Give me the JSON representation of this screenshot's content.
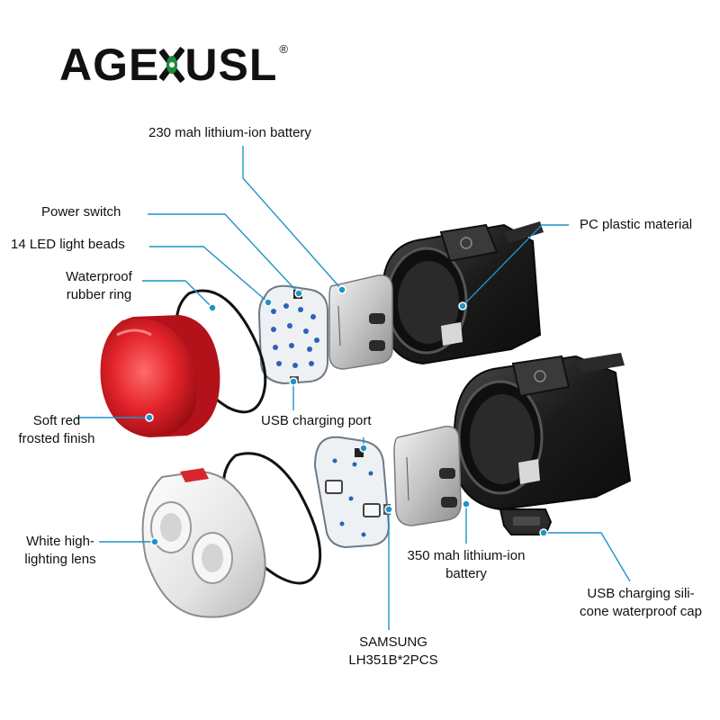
{
  "brand": {
    "text_left": "AGE",
    "text_right": "USL",
    "registered": "®",
    "accent": "#1e8a3a",
    "logo": "leaf-eye-logo"
  },
  "colors": {
    "leader": "#1f93c7",
    "dot": "#1f93c7",
    "lamp_body": "#1b1b1b",
    "red_lens": "#e3232b",
    "battery": "#c9c9c9"
  },
  "callouts": {
    "battery_230": "230 mah lithium-ion battery",
    "power_switch": "Power switch",
    "led_beads": "14 LED light beads",
    "rubber_ring_1": "Waterproof",
    "rubber_ring_2": "rubber ring",
    "pc_plastic": "PC plastic material",
    "soft_red_1": "Soft red",
    "soft_red_2": "frosted finish",
    "usb_port": "USB charging port",
    "white_lens_1": "White high-",
    "white_lens_2": "lighting lens",
    "battery_350_1": "350 mah lithium-ion",
    "battery_350_2": "battery",
    "usb_cap_1": "USB charging sili-",
    "usb_cap_2": "cone waterproof cap",
    "samsung_1": "SAMSUNG",
    "samsung_2": "LH351B*2PCS"
  }
}
